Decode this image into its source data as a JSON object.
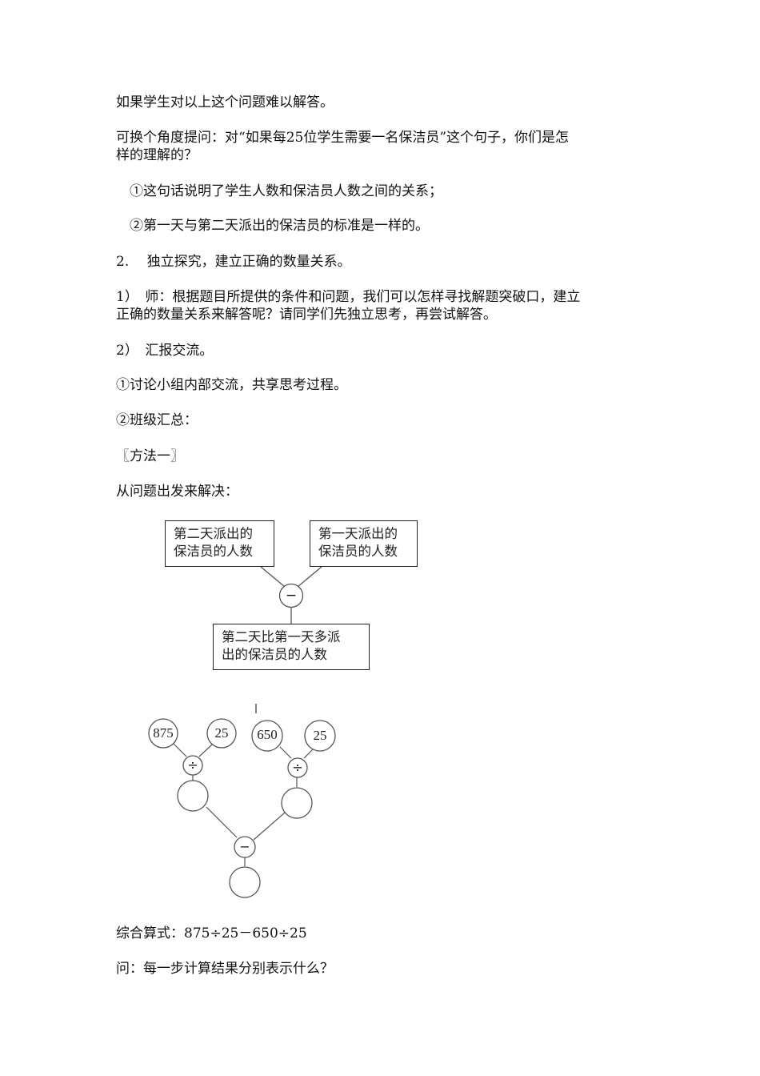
{
  "paragraphs": {
    "p1": "如果学生对以上这个问题难以解答。",
    "p2_line1": "可换个角度提问：对“如果每25位学生需要一名保洁员”这个句子，你们是怎",
    "p2_line2": "样的理解的？",
    "p3": "①这句话说明了学生人数和保洁员人数之间的关系；",
    "p4": "②第一天与第二天派出的保洁员的标准是一样的。",
    "p5": "2.　 独立探究，建立正确的数量关系。",
    "p6_line1": "1）　师：根据题目所提供的条件和问题，我们可以怎样寻找解题突破口，建立",
    "p6_line2": "正确的数量关系来解答呢？请同学们先独立思考，再尝试解答。",
    "p7": "2）　汇报交流。",
    "p8": "①讨论小组内部交流，共享思考过程。",
    "p9": "②班级汇总：",
    "p10": "〖方法一〗",
    "p11": "从问题出发来解决：",
    "formula": "综合算式：875÷25－650÷25",
    "question": "问：每一步计算结果分别表示什么？"
  },
  "diagram1": {
    "box_left_line1": "第二天派出的",
    "box_left_line2": "保洁员的人数",
    "box_right_line1": "第一天派出的",
    "box_right_line2": "保洁员的人数",
    "operator": "−",
    "box_bottom_line1": "第二天比第一天多派",
    "box_bottom_line2": "出的保洁员的人数"
  },
  "diagram2": {
    "n1": "875",
    "n2": "25",
    "n3": "650",
    "n4": "25",
    "op_div": "÷",
    "op_minus": "−"
  }
}
